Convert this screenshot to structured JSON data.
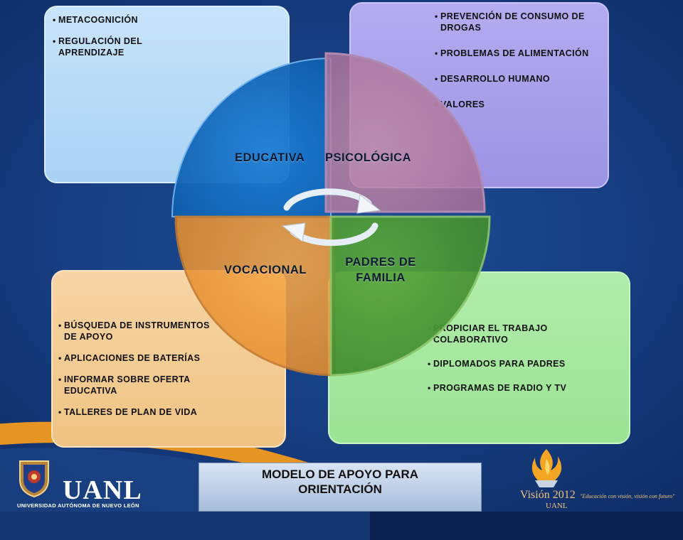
{
  "educativa": {
    "label": "EDUCATIVA",
    "items": [
      "METACOGNICIÓN",
      "REGULACIÓN DEL APRENDIZAJE"
    ]
  },
  "psicologica": {
    "label": "PSICOLÓGICA",
    "items": [
      "PREVENCIÓN DE CONSUMO DE DROGAS",
      "PROBLEMAS DE ALIMENTACIÓN",
      "DESARROLLO HUMANO",
      "VALORES"
    ]
  },
  "vocacional": {
    "label": "VOCACIONAL",
    "items": [
      "BÚSQUEDA DE INSTRUMENTOS DE APOYO",
      "APLICACIONES DE BATERÍAS",
      "INFORMAR SOBRE OFERTA EDUCATIVA",
      "TALLERES DE PLAN DE VIDA"
    ]
  },
  "padres": {
    "label_line1": "PADRES DE",
    "label_line2": "FAMILIA",
    "items": [
      "PROPICIAR EL TRABAJO COLABORATIVO",
      "DIPLOMADOS PARA PADRES",
      "PROGRAMAS DE RADIO Y TV"
    ]
  },
  "footer": {
    "title_line1": "MODELO DE APOYO PARA",
    "title_line2": "ORIENTACIÓN"
  },
  "logos": {
    "uanl_word": "UANL",
    "uanl_full": "UNIVERSIDAD AUTÓNOMA DE NUEVO LEÓN",
    "vision_title": "Visión 2012",
    "vision_slogan": "\"Educación con visión, visión con futuro\"",
    "vision_uanl": "UANL"
  },
  "colors": {
    "educativa": "#1a6fc2",
    "psicologica": "#b07aa6",
    "vocacional": "#ef9a3c",
    "padres": "#4f9a3a"
  }
}
